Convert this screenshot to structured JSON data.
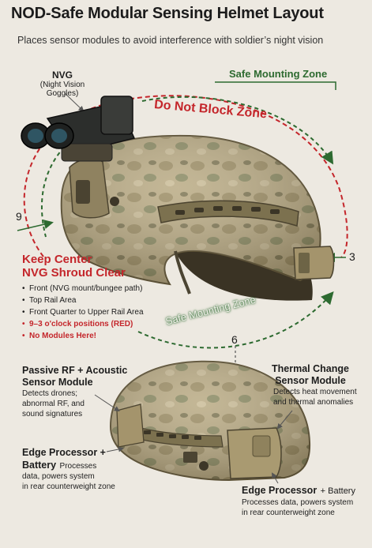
{
  "title": "NOD-Safe Modular Sensing Helmet Layout",
  "subtitle": "Places sensor modules to avoid interference with soldier’s night vision",
  "nvg": {
    "name": "NVG",
    "full": "(Night Vision Goggles)"
  },
  "zones": {
    "safe_top": "Safe Mounting Zone",
    "do_not_block": "Do Not Block Zone",
    "safe_bottom": "Safe Mounting Zone"
  },
  "clock": {
    "nine": "9",
    "three": "3",
    "six": "6"
  },
  "keep_clear": {
    "heading_1": "Keep Center",
    "heading_2": "NVG Shroud Clear",
    "items": [
      "Front (NVG mount/bungee path)",
      "Top Rail Area",
      "Front Quarter to Upper Rail Area",
      "9–3 o'clock positions (RED)",
      "No Modules Here!"
    ]
  },
  "passive_rf": {
    "title_1": "Passive RF + Acoustic",
    "title_2": "Sensor Module",
    "desc_1": "Detects drones;",
    "desc_2": "abnormal RF, and",
    "desc_3": "sound signatures"
  },
  "thermal": {
    "title_1": "Thermal Change",
    "title_2": "Sensor Module",
    "desc_1": "Detects heat movement",
    "desc_2": "and thermal anomalies"
  },
  "edge_left": {
    "title_1": "Edge Processor +",
    "title_2": "Battery",
    "desc_inline": "Processes",
    "desc_1": "data, powers system",
    "desc_2": "in rear counterweight zone"
  },
  "edge_right": {
    "title_a": "Edge Processor",
    "title_b": "+ Battery",
    "desc_1": "Processes data, powers system",
    "desc_2": "in rear counterweight zone"
  },
  "colors": {
    "background": "#ede9e1",
    "red": "#c4262b",
    "green": "#2d6a30",
    "helmet": "#b8a77f",
    "helmet_dark": "#6f6446"
  }
}
